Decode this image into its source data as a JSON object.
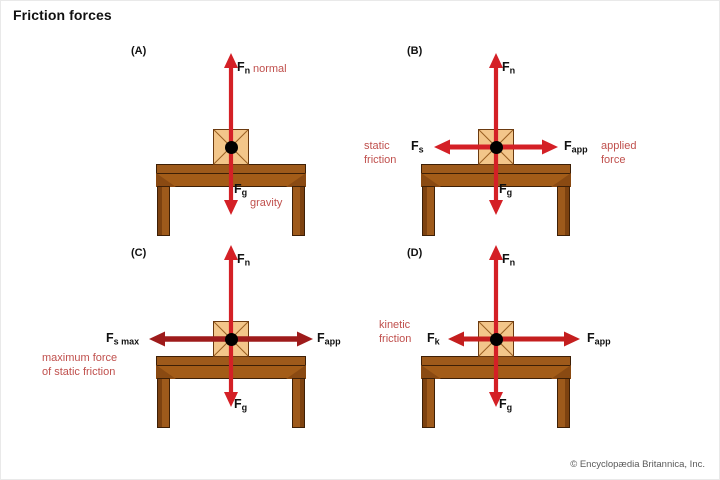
{
  "title": "Friction forces",
  "copyright": "© Encyclopædia Britannica, Inc.",
  "colors": {
    "arrow_red": "#d42026",
    "arrow_dark_red": "#9e1b1b",
    "label_red": "#c0504d",
    "block_fill": "#f3c68a",
    "block_stroke": "#6b3a10",
    "table_wood": "#9e5a1b",
    "table_stroke": "#3d1f06",
    "text_black": "#111111",
    "background": "#ffffff"
  },
  "force_symbols": {
    "normal": "F",
    "normal_sub": "n",
    "gravity": "F",
    "gravity_sub": "g",
    "static": "F",
    "static_sub": "s",
    "static_max": "F",
    "static_max_sub": "s max",
    "kinetic": "F",
    "kinetic_sub": "k",
    "applied": "F",
    "applied_sub": "app"
  },
  "panels": [
    {
      "id": "A",
      "label": "(A)",
      "normal_label": "F",
      "normal_sub": "n",
      "normal_desc": "normal",
      "gravity_label": "F",
      "gravity_sub": "g",
      "gravity_desc": "gravity",
      "left_label": "",
      "left_sub": "",
      "left_desc": "",
      "right_label": "",
      "right_sub": "",
      "right_desc": "",
      "has_horizontal": false,
      "left_arrow_length": 0,
      "right_arrow_length": 0,
      "horizontal_color": ""
    },
    {
      "id": "B",
      "label": "(B)",
      "normal_label": "F",
      "normal_sub": "n",
      "normal_desc": "",
      "gravity_label": "F",
      "gravity_sub": "g",
      "gravity_desc": "",
      "left_label": "F",
      "left_sub": "s",
      "left_desc": "static\nfriction",
      "right_label": "F",
      "right_sub": "app",
      "right_desc": "applied\nforce",
      "has_horizontal": true,
      "left_arrow_length": 62,
      "right_arrow_length": 62,
      "horizontal_color": "#d42026"
    },
    {
      "id": "C",
      "label": "(C)",
      "normal_label": "F",
      "normal_sub": "n",
      "normal_desc": "",
      "gravity_label": "F",
      "gravity_sub": "g",
      "gravity_desc": "",
      "left_label": "F",
      "left_sub": "s max",
      "left_desc": "maximum force\nof static friction",
      "right_label": "F",
      "right_sub": "app",
      "right_desc": "",
      "has_horizontal": true,
      "left_arrow_length": 82,
      "right_arrow_length": 82,
      "horizontal_color": "#9e1b1b"
    },
    {
      "id": "D",
      "label": "(D)",
      "normal_label": "F",
      "normal_sub": "n",
      "normal_desc": "",
      "gravity_label": "F",
      "gravity_sub": "g",
      "gravity_desc": "",
      "left_label": "F",
      "left_sub": "k",
      "left_desc": "kinetic\nfriction",
      "right_label": "F",
      "right_sub": "app",
      "right_desc": "",
      "has_horizontal": true,
      "left_arrow_length": 48,
      "right_arrow_length": 70,
      "horizontal_color": "#c41e1e"
    }
  ]
}
